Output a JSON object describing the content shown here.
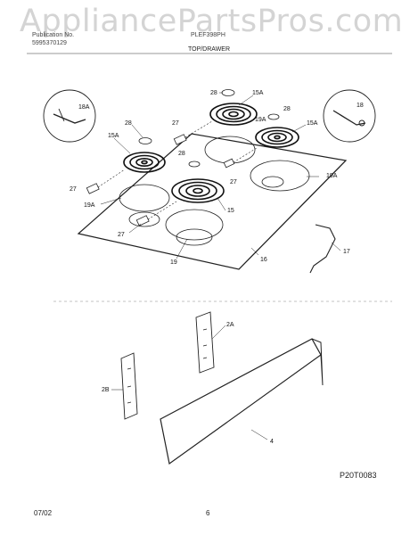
{
  "watermark": "AppliancePartsPros.com",
  "header": {
    "publication_label": "Publication No.",
    "publication_number": "5995370129",
    "model": "PLEF398PH"
  },
  "section_title": "TOP/DRAWER",
  "diagram_labels": {
    "l28_top": "28",
    "l15a_top": "15A",
    "l18a": "18A",
    "l18": "18",
    "l28_right": "28",
    "l19a_center": "19A",
    "l15a_right": "15A",
    "l28_left": "28",
    "l27_top": "27",
    "l15a_left": "15A",
    "l28_mid": "28",
    "l27_center": "27",
    "l19a_right": "19A",
    "l27_left": "27",
    "l19a_left": "19A",
    "l15": "15",
    "l27_bottom": "27",
    "l17": "17",
    "l19": "19",
    "l16": "16",
    "l2a": "2A",
    "l2b": "2B",
    "l4": "4"
  },
  "figure_code": "P20T0083",
  "footer": {
    "date": "07/02",
    "page": "6"
  }
}
